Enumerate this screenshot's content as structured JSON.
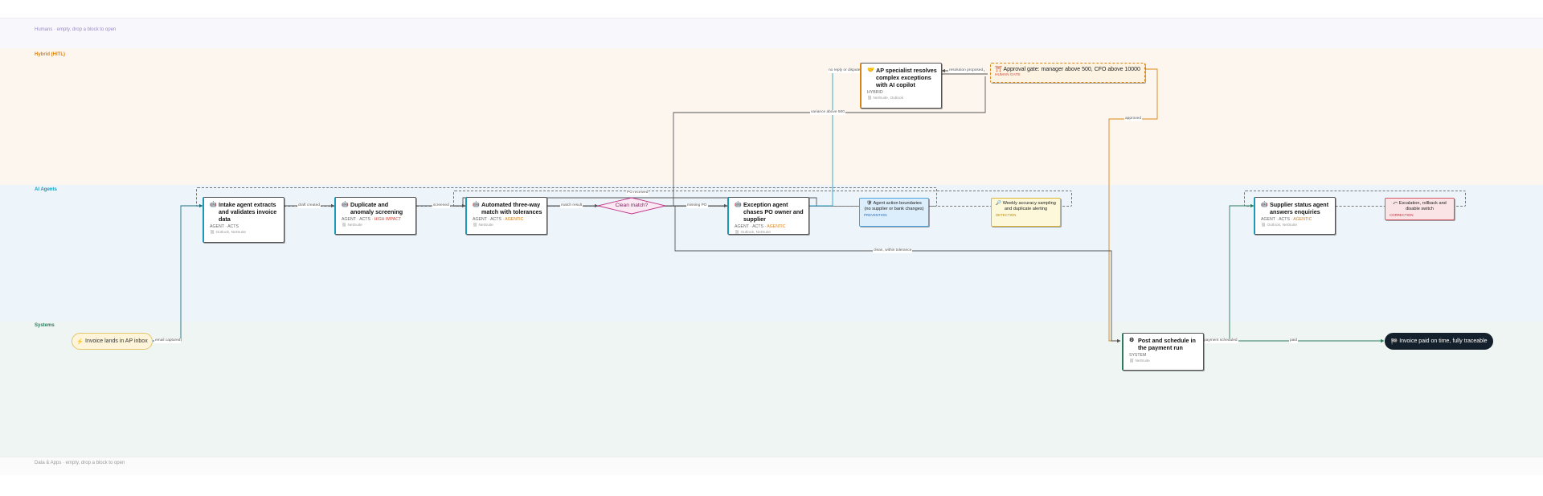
{
  "lanes": {
    "humans": "Humans · empty, drop a block to open",
    "hybrid": "Hybrid (HITL)",
    "agents": "AI Agents",
    "systems": "Systems",
    "data": "Data & Apps · empty, drop a block to open"
  },
  "colors": {
    "agent": "#1a9ab8",
    "hybrid": "#d98514",
    "system": "#2a7a5e",
    "decision": "#c0388a",
    "terminal": "#14202b",
    "hybrid_lane_bg": "#fdf6ef",
    "agents_lane_bg": "#eef5fa",
    "systems_lane_bg": "#eff5f2"
  },
  "nodes": {
    "start": {
      "icon": "lightning-icon",
      "label": "Invoice lands in AP inbox"
    },
    "intake": {
      "icon": "robot-icon",
      "title": "Intake agent extracts and validates invoice data",
      "meta": "AGENT · ACTS",
      "tools": "Outlook, NetSuite"
    },
    "dup": {
      "icon": "robot-icon",
      "title": "Duplicate and anomaly screening",
      "meta": "AGENT · ACTS ·",
      "badge": "HIGH IMPACT",
      "tools": "NetSuite"
    },
    "match": {
      "icon": "robot-icon",
      "title": "Automated three-way match with tolerances",
      "meta": "AGENT · ACTS ·",
      "badge": "AGENTIC",
      "tools": "NetSuite"
    },
    "decision": {
      "label": "Clean match?"
    },
    "exception": {
      "icon": "robot-icon",
      "title": "Exception agent chases PO owner and supplier",
      "meta": "AGENT · ACTS ·",
      "badge": "AGENTIC",
      "tools": "Outlook, NetSuite"
    },
    "specialist": {
      "icon": "handshake-icon",
      "title": "AP specialist resolves complex exceptions with AI copilot",
      "meta": "HYBRID",
      "tools": "NetSuite, Outlook"
    },
    "gate": {
      "icon": "gate-icon",
      "title": "Approval gate: manager above 500, CFO above 10000",
      "sub": "HUMAN GATE"
    },
    "boundaries": {
      "icon": "shield-icon",
      "title": "Agent action boundaries (no supplier or bank changes)",
      "sub": "PREVENTION"
    },
    "accuracy": {
      "icon": "magnifier-icon",
      "title": "Weekly accuracy sampling and duplicate alerting",
      "sub": "DETECTION"
    },
    "supplier": {
      "icon": "robot-icon",
      "title": "Supplier status agent answers enquiries",
      "meta": "AGENT · ACTS ·",
      "badge": "AGENTIC",
      "tools": "Outlook, NetSuite"
    },
    "escalation": {
      "icon": "escalation-icon",
      "title": "Escalation, rollback and disable switch",
      "sub": "CORRECTION"
    },
    "post": {
      "icon": "gear-icon",
      "title": "Post and schedule in the payment run",
      "meta": "SYSTEM",
      "tools": "NetSuite"
    },
    "end": {
      "icon": "flag-icon",
      "label": "Invoice paid on time, fully traceable"
    }
  },
  "edges": {
    "email_captured": "email captured",
    "draft_created": "draft created",
    "screened": "screened",
    "match_result": "match result",
    "missing_po": "missing PO",
    "po_received": "PO received",
    "no_reply": "no reply or dispute",
    "resolution_proposed": "resolution proposed",
    "variance_above": "variance above 500",
    "approved": "approved",
    "clean_within": "clean, within tolerance",
    "payment_scheduled": "payment scheduled",
    "paid": "paid"
  }
}
